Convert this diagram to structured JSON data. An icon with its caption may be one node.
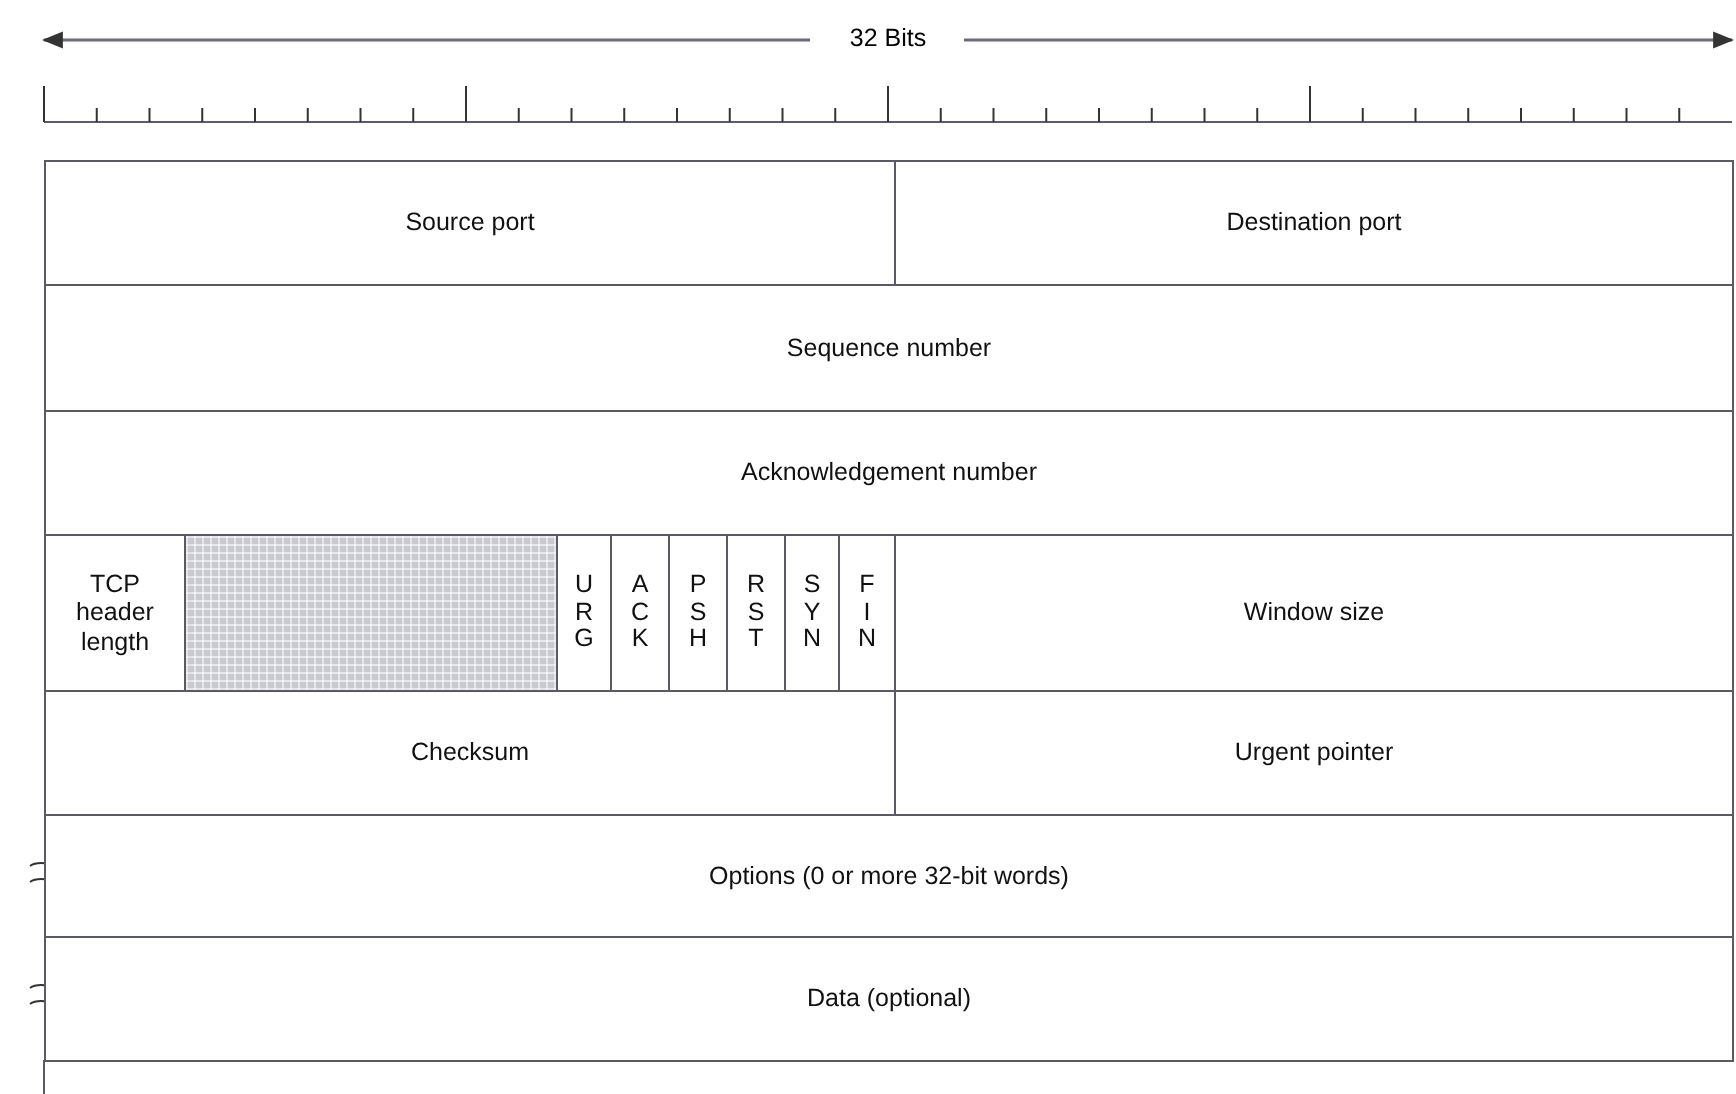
{
  "diagram": {
    "nodes": [
      {
        "text": [
          "Source port"
        ]
      },
      {
        "text": [
          "Destination port"
        ]
      },
      {
        "text": [
          "Sequence number"
        ]
      },
      {
        "text": [
          "Acknowledgement number"
        ]
      },
      {
        "text": [
          "TCP header length"
        ]
      },
      {
        "text": [],
        "shape": "box"
      },
      {
        "text": [
          "URG"
        ]
      },
      {
        "text": [
          "ACK"
        ]
      },
      {
        "text": [
          "PSH"
        ]
      },
      {
        "text": [
          "RST"
        ]
      },
      {
        "text": [
          "SYN"
        ]
      },
      {
        "text": [
          "FIN"
        ]
      },
      {
        "text": [
          "Window size"
        ]
      },
      {
        "text": [
          "Checksum"
        ]
      },
      {
        "text": [
          "Urgent pointer"
        ]
      },
      {
        "text": [
          "Options (0 or more 32-bit words)"
        ]
      },
      {
        "text": [
          "Data (optional)"
        ]
      }
    ],
    "labels": [
      "32 Bits"
    ]
  }
}
